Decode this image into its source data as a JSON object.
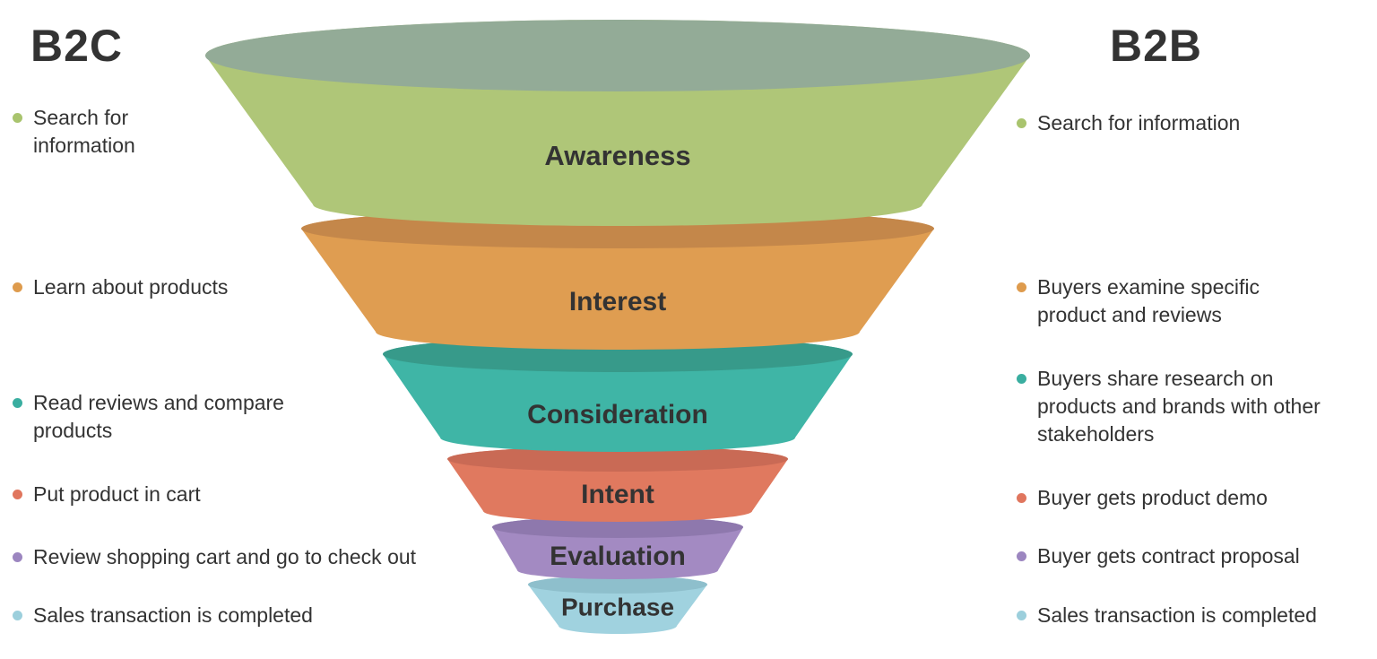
{
  "b2c": {
    "title": "B2C",
    "items": [
      {
        "text": "Search for information",
        "color": "#a9c46e"
      },
      {
        "text": "Learn about products",
        "color": "#de9b4d"
      },
      {
        "text": "Read reviews and compare products",
        "color": "#3aaea0"
      },
      {
        "text": "Put product in cart",
        "color": "#e0765e"
      },
      {
        "text": "Review shopping cart and go to check out",
        "color": "#9c86c0"
      },
      {
        "text": "Sales transaction is completed",
        "color": "#9ccfdc"
      }
    ]
  },
  "b2b": {
    "title": "B2B",
    "items": [
      {
        "text": "Search for information",
        "color": "#a9c46e"
      },
      {
        "text": "Buyers examine specific product and reviews",
        "color": "#de9b4d"
      },
      {
        "text": "Buyers share research on products and brands with other stakeholders",
        "color": "#3aaea0"
      },
      {
        "text": "Buyer gets product demo",
        "color": "#e0765e"
      },
      {
        "text": "Buyer gets contract proposal",
        "color": "#9c86c0"
      },
      {
        "text": "Sales transaction is completed",
        "color": "#9ccfdc"
      }
    ]
  },
  "funnel": {
    "stages": [
      {
        "label": "Awareness",
        "color": "#afc678",
        "top_color": "#93ab97"
      },
      {
        "label": "Interest",
        "color": "#df9d51",
        "top_color": "#c4874a"
      },
      {
        "label": "Consideration",
        "color": "#3fb5a6",
        "top_color": "#379a8a"
      },
      {
        "label": "Intent",
        "color": "#e0795f",
        "top_color": "#c96a55"
      },
      {
        "label": "Evaluation",
        "color": "#a38ac2",
        "top_color": "#8e78ad"
      },
      {
        "label": "Purchase",
        "color": "#a0d2df",
        "top_color": "#8ebfcc"
      }
    ]
  }
}
